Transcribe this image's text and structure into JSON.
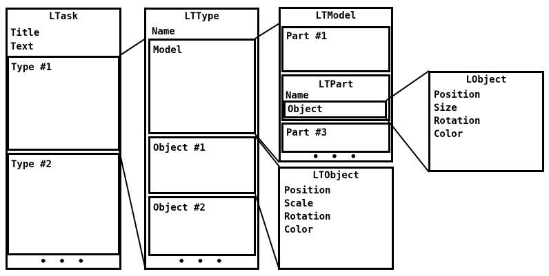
{
  "ltask": {
    "title": "LTask",
    "fields": [
      "Title",
      "Text"
    ],
    "slots": [
      "Type #1",
      "Type #2"
    ],
    "more": "• • •"
  },
  "lttype": {
    "title": "LTType",
    "fields": [
      "Name"
    ],
    "slots": [
      "Model",
      "Object #1",
      "Object #2"
    ],
    "more": "• • •"
  },
  "ltmodel": {
    "title": "LTModel",
    "slots": [
      "Part #1",
      "Part #3"
    ],
    "more": "• • •"
  },
  "ltpart": {
    "title": "LTPart",
    "fields": [
      "Name"
    ],
    "slots": [
      "Object"
    ]
  },
  "lobject": {
    "title": "LObject",
    "fields": [
      "Position",
      "Size",
      "Rotation",
      "Color"
    ]
  },
  "ltobject": {
    "title": "LTObject",
    "fields": [
      "Position",
      "Scale",
      "Rotation",
      "Color"
    ]
  }
}
